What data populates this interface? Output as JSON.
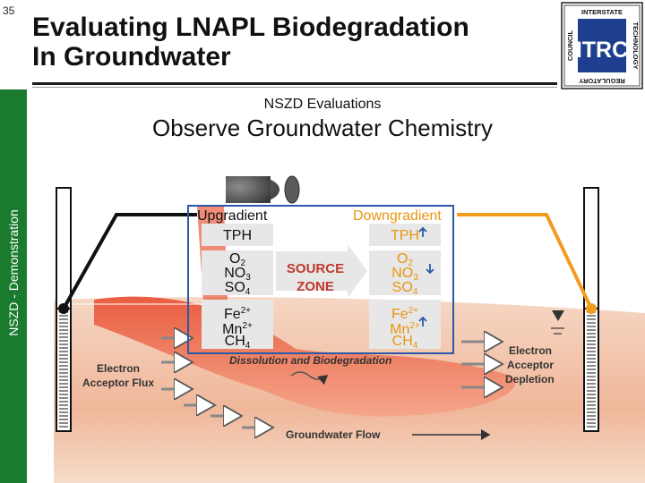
{
  "slide_number": "35",
  "title_line1": "Evaluating LNAPL Biodegradation",
  "title_line2": "In Groundwater",
  "side_label": "NSZD - Demonstration",
  "subtitle": "NSZD Evaluations",
  "heading": "Observe Groundwater Chemistry",
  "logo": {
    "text": "ITRC",
    "ring_top": "INTERSTATE",
    "ring_left": "COUNCIL",
    "ring_right": "TECHNOLOGY",
    "ring_bottom": "REGULATORY"
  },
  "diagram": {
    "upgradient_label": "Upgradient",
    "downgradient_label": "Downgradient",
    "upgradient": {
      "tph": "TPH",
      "o": "O",
      "o_sub": "2",
      "no": "NO",
      "no_sub": "3",
      "so": "SO",
      "so_sub": "4",
      "fe": "Fe",
      "fe_sup": "2+",
      "mn": "Mn",
      "mn_sup": "2+",
      "ch": "CH",
      "ch_sub": "4"
    },
    "downgradient": {
      "tph": "TPH",
      "o": "O",
      "o_sub": "2",
      "no": "NO",
      "no_sub": "3",
      "so": "SO",
      "so_sub": "4",
      "fe": "Fe",
      "fe_sup": "2+",
      "mn": "Mn",
      "mn_sup": "2+",
      "ch": "CH",
      "ch_sub": "4"
    },
    "source_line1": "SOURCE",
    "source_line2": "ZONE",
    "dissolution": "Dissolution and Biodegradation",
    "electron_acceptor_flux_1": "Electron",
    "electron_acceptor_flux_2": "Acceptor Flux",
    "depletion_1": "Electron",
    "depletion_2": "Acceptor",
    "depletion_3": "Depletion",
    "groundwater_flow": "Groundwater Flow"
  },
  "colors": {
    "green": "#1a7a2e",
    "orange": "#f29c1f",
    "blue": "#2a5aa7",
    "plume": "#f07c5c",
    "water_blue": "#2e5aa0"
  }
}
